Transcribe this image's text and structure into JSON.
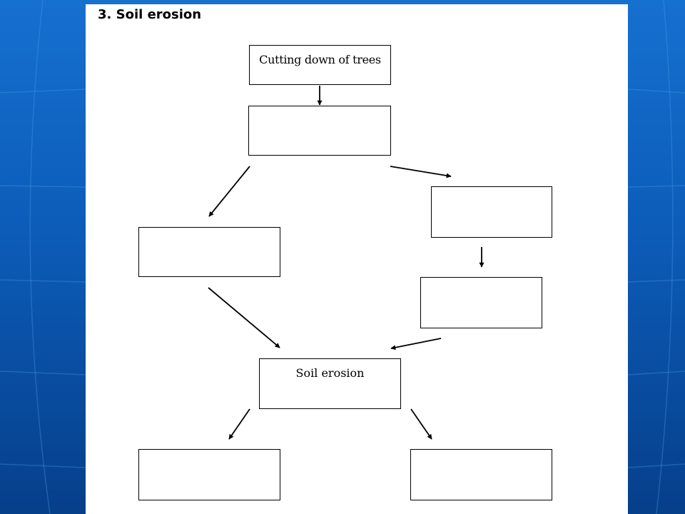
{
  "diagram": {
    "heading": "3. Soil erosion",
    "nodes": [
      {
        "id": "cutting",
        "label": "Cutting down of trees"
      },
      {
        "id": "n2",
        "label": ""
      },
      {
        "id": "left",
        "label": ""
      },
      {
        "id": "right1",
        "label": ""
      },
      {
        "id": "right2",
        "label": ""
      },
      {
        "id": "soil",
        "label": "Soil erosion"
      },
      {
        "id": "bottom_left",
        "label": ""
      },
      {
        "id": "bottom_right",
        "label": ""
      }
    ],
    "edges": [
      {
        "from": "cutting",
        "to": "n2"
      },
      {
        "from": "n2",
        "to": "left"
      },
      {
        "from": "n2",
        "to": "right1"
      },
      {
        "from": "right1",
        "to": "right2"
      },
      {
        "from": "left",
        "to": "soil"
      },
      {
        "from": "right2",
        "to": "soil"
      },
      {
        "from": "soil",
        "to": "bottom_left"
      },
      {
        "from": "soil",
        "to": "bottom_right"
      }
    ]
  },
  "colors": {
    "slide_background": "#0c5cb8",
    "sheet": "#ffffff",
    "ink": "#000000"
  }
}
